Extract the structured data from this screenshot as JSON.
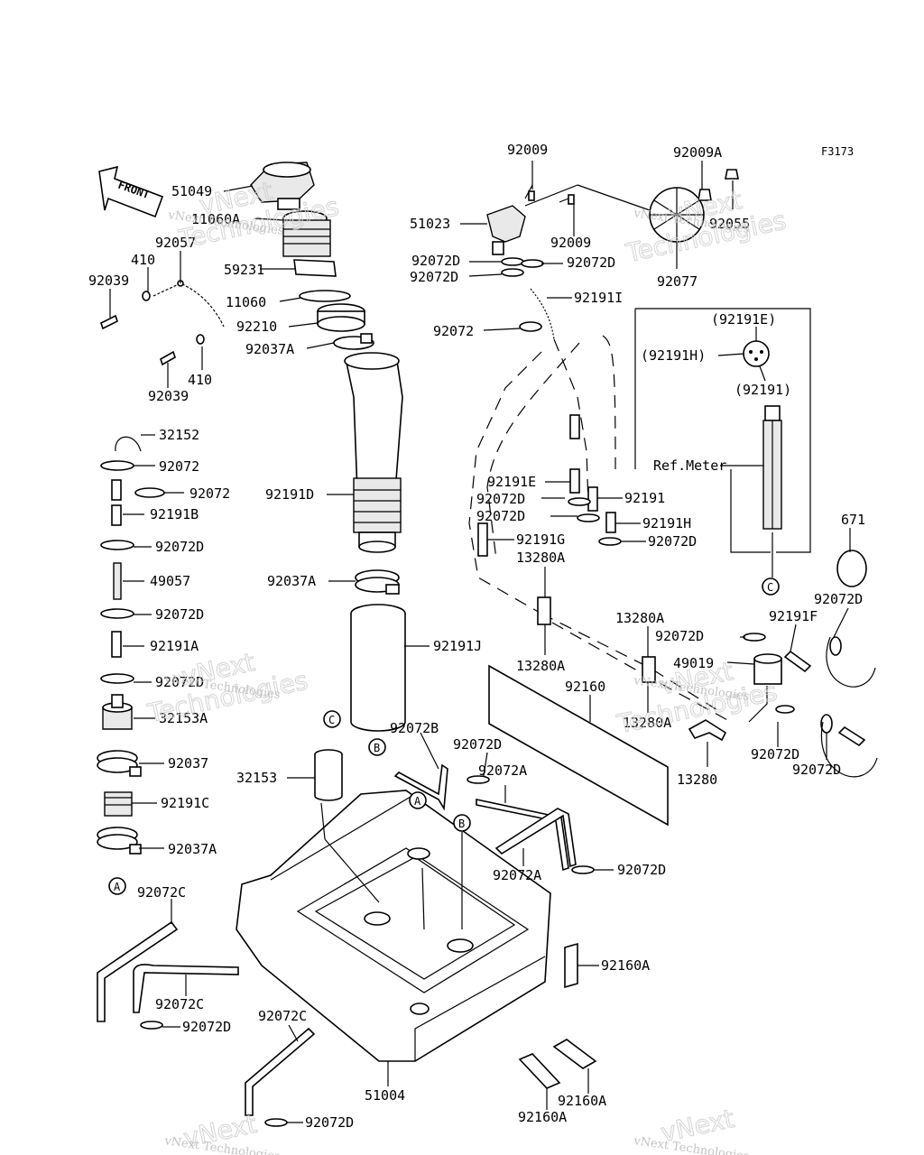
{
  "figure_code": "F3173",
  "front_label": "FRONT",
  "watermark": {
    "line1": "vNext",
    "line2": "Technologies",
    "small": "vNext Technologies"
  },
  "ref_meter": "Ref.Meter",
  "parts": {
    "p51049": "51049",
    "p11060A": "11060A",
    "p92057": "92057",
    "p410a": "410",
    "p92039a": "92039",
    "p59231": "59231",
    "p11060": "11060",
    "p92210": "92210",
    "p92037A_top": "92037A",
    "p410b": "410",
    "p92039b": "92039",
    "p32152": "32152",
    "p92072_l1": "92072",
    "p92072_l2": "92072",
    "p92191B": "92191B",
    "p92072D_l1": "92072D",
    "p49057": "49057",
    "p92072D_l2": "92072D",
    "p92191A": "92191A",
    "p92072D_l3": "92072D",
    "p32153A": "32153A",
    "p92037": "92037",
    "p92191C": "92191C",
    "p92037A_l": "92037A",
    "p92191D": "92191D",
    "p92037A_mid": "92037A",
    "p92191J": "92191J",
    "p32153": "32153",
    "p92009a": "92009",
    "p92009b": "92009",
    "p51023": "51023",
    "p92072D_a": "92072D",
    "p92072D_b": "92072D",
    "p92072D_c": "92072D",
    "p92191I": "92191I",
    "p92072_m": "92072",
    "p92009A": "92009A",
    "p92055": "92055",
    "p92077": "92077",
    "p92191E_paren": "(92191E)",
    "p92191H_paren": "(92191H)",
    "p92191_paren": "(92191)",
    "p92191E": "92191E",
    "p92072D_d": "92072D",
    "p92191": "92191",
    "p92072D_e": "92072D",
    "p92191H": "92191H",
    "p92191G": "92191G",
    "p92072D_f": "92072D",
    "p13280A_1": "13280A",
    "p13280A_2": "13280A",
    "p13280A_3": "13280A",
    "p13280A_4": "13280A",
    "p671": "671",
    "p92072D_g": "92072D",
    "p92191F": "92191F",
    "p92072D_h": "92072D",
    "p49019": "49019",
    "p92160": "92160",
    "p92072D_i": "92072D",
    "p92072D_j": "92072D",
    "p13280": "13280",
    "p92072B": "92072B",
    "p92072D_k": "92072D",
    "p92072A_1": "92072A",
    "p92072A_2": "92072A",
    "p92072D_l": "92072D",
    "p92072C_1": "92072C",
    "p92072C_2": "92072C",
    "p92072D_m": "92072D",
    "p92072C_3": "92072C",
    "p92072D_n": "92072D",
    "p51004": "51004",
    "p92160A_1": "92160A",
    "p92160A_2": "92160A",
    "p92160A_3": "92160A"
  },
  "callouts": {
    "A": "A",
    "B": "B",
    "C": "C"
  }
}
